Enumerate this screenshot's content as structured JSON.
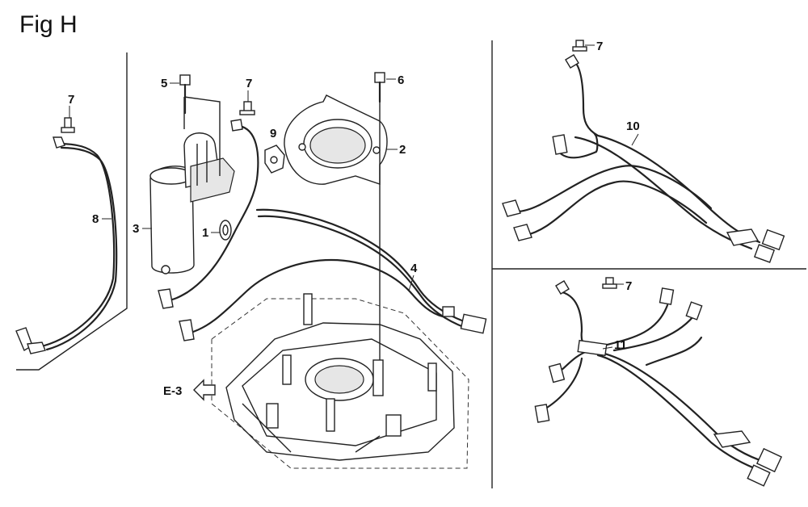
{
  "figure": {
    "title": "Fig H"
  },
  "callouts": {
    "c1": "1",
    "c2": "2",
    "c3": "3",
    "c4": "4",
    "c5": "5",
    "c6": "6",
    "c7a": "7",
    "c7b": "7",
    "c7c": "7",
    "c7d": "7",
    "c8": "8",
    "c9": "9",
    "c10": "10",
    "c11": "11"
  },
  "reference": {
    "label": "E-3"
  }
}
